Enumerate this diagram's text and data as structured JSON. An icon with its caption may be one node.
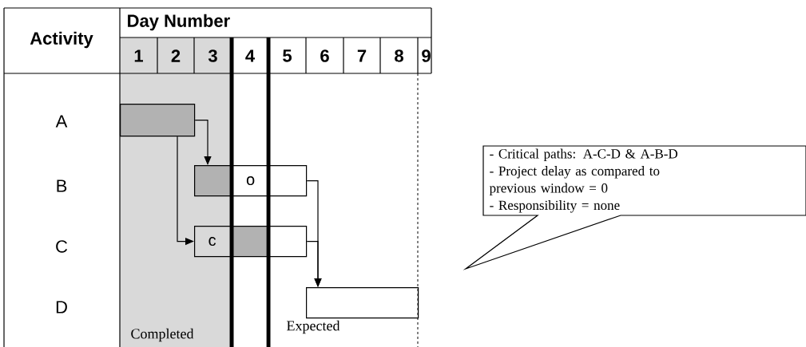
{
  "diagram": {
    "nodes": [
      {
        "text": [],
        "shape": "bar"
      },
      {
        "text": [
          "o"
        ]
      },
      {
        "text": [
          "c"
        ]
      },
      {
        "text": [],
        "shape": "bar"
      },
      {
        "text": [
          "- Critical paths:  A-C-D & A-B-D",
          "- Project delay as compared to previous window = 0",
          "- Responsibility = none"
        ]
      }
    ],
    "edges": [
      {
        "from": 0,
        "to": 1,
        "arrow": "to"
      },
      {
        "from": 0,
        "to": 2,
        "arrow": "to"
      },
      {
        "from": 1,
        "to": 3,
        "arrow": "to"
      },
      {
        "from": 2,
        "to": 3,
        "arrow": "to"
      }
    ],
    "labels": [
      "Activity",
      "Day Number",
      "1",
      "2",
      "3",
      "4",
      "5",
      "6",
      "7",
      "8",
      "9",
      "A",
      "B",
      "C",
      "D",
      "Completed",
      "Expected"
    ]
  }
}
